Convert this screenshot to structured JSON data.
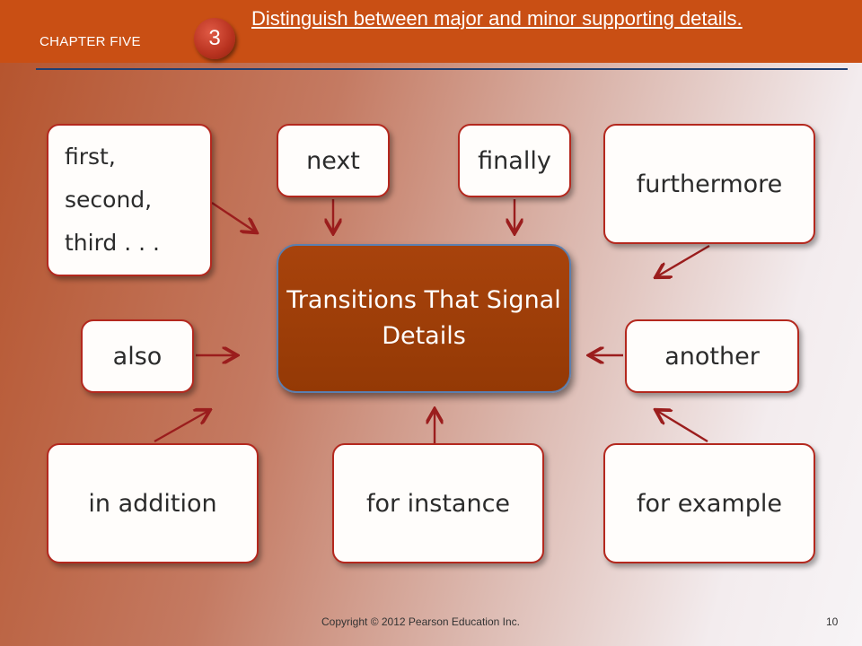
{
  "header": {
    "chapter": "CHAPTER FIVE",
    "objective_number": "3",
    "objective_text": "Distinguish between major and minor supporting details."
  },
  "diagram": {
    "center": "Transitions That Signal Details",
    "nodes": {
      "first_second_third": "first,\nsecond,\nthird . . .",
      "next": "next",
      "finally": "finally",
      "furthermore": "furthermore",
      "also": "also",
      "another": "another",
      "in_addition": "in addition",
      "for_instance": "for instance",
      "for_example": "for example"
    }
  },
  "footer": {
    "copyright": "Copyright © 2012 Pearson Education Inc.",
    "page": "10"
  },
  "colors": {
    "header": "#c94f14",
    "center_box": "#a8430c",
    "box_border": "#b4281e",
    "arrow": "#9b1d1d",
    "rule": "#1f3f72"
  }
}
